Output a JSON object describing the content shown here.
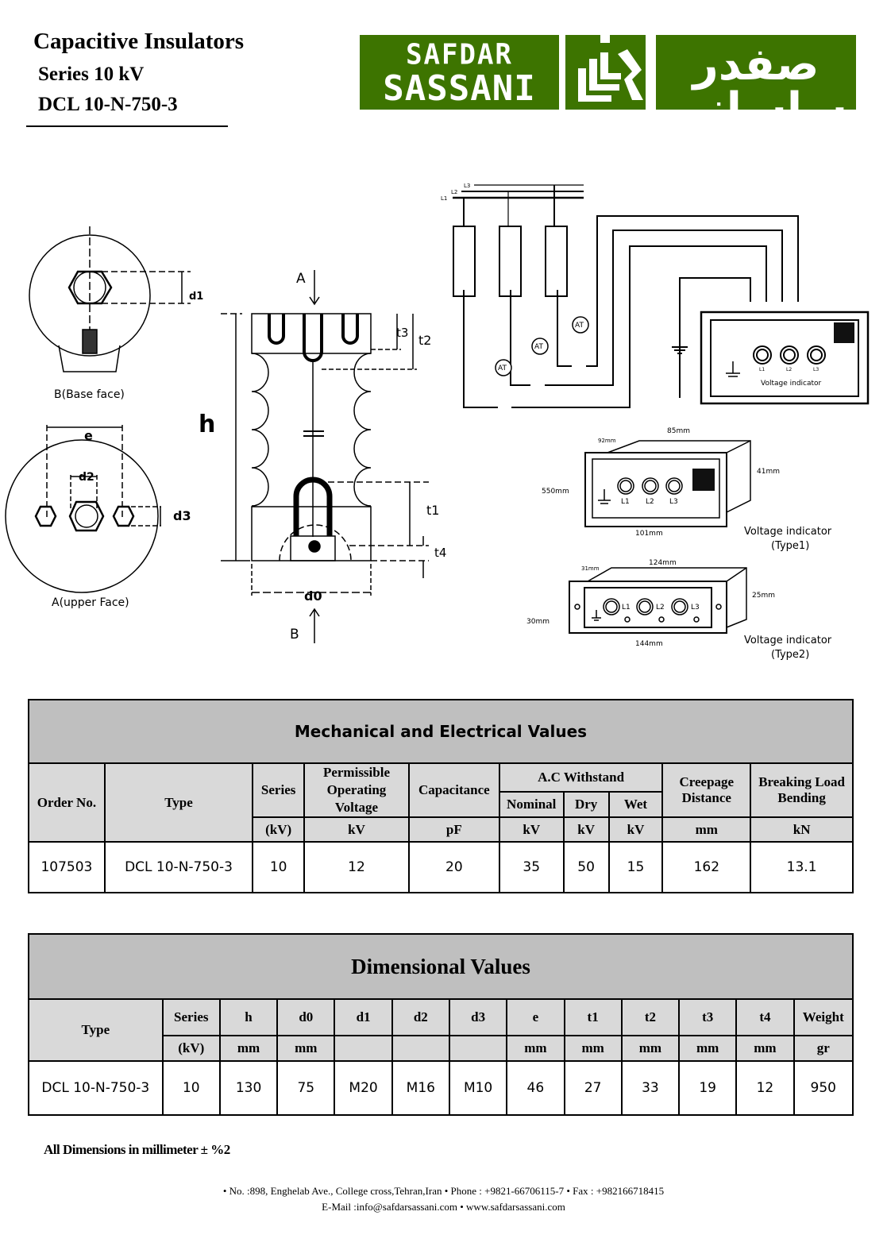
{
  "header": {
    "title": "Capacitive Insulators",
    "series": "Series 10 kV",
    "model": "DCL 10-N-750-3"
  },
  "logo": {
    "line1": "SAFDAR",
    "line2": "SASSANI",
    "persian": "صفدر ساسانی",
    "brand_color": "#3d7400"
  },
  "drawing": {
    "base_face_label": "B(Base face)",
    "upper_face_label": "A(upper Face)",
    "d1": "d1",
    "d2": "d2",
    "d3": "d3",
    "e": "e",
    "h": "h",
    "d0": "d0",
    "t1": "t1",
    "t2": "t2",
    "t3": "t3",
    "t4": "t4",
    "arrow_a": "A",
    "arrow_b": "B"
  },
  "wiring": {
    "lines": [
      "L1",
      "L2",
      "L3"
    ],
    "meter": "AT",
    "indicator_label": "Voltage indicator",
    "indicator_leds": [
      "L1",
      "L2",
      "L3"
    ]
  },
  "type1": {
    "caption_line1": "Voltage indicator",
    "caption_line2": "(Type1)",
    "dims": {
      "depth": "92mm",
      "top": "85mm",
      "right": "41mm",
      "left": "550mm",
      "bottom": "101mm"
    },
    "leds": [
      "L1",
      "L2",
      "L3"
    ]
  },
  "type2": {
    "caption_line1": "Voltage indicator",
    "caption_line2": "(Type2)",
    "dims": {
      "depth": "31mm",
      "top": "124mm",
      "right": "25mm",
      "left": "30mm",
      "bottom": "144mm"
    },
    "leds": [
      "L1",
      "L2",
      "L3"
    ]
  },
  "mech_table": {
    "caption": "Mechanical and Electrical Values",
    "headers": {
      "order_no": "Order No.",
      "type": "Type",
      "series": "Series",
      "permissible": "Permissible Operating Voltage",
      "capacitance": "Capacitance",
      "ac_withstand": "A.C Withstand",
      "nominal": "Nominal",
      "dry": "Dry",
      "wet": "Wet",
      "creepage": "Creepage Distance",
      "breaking": "Breaking Load Bending"
    },
    "units": {
      "series": "(kV)",
      "permissible": "kV",
      "capacitance": "pF",
      "nominal": "kV",
      "dry": "kV",
      "wet": "kV",
      "creepage": "mm",
      "breaking": "kN"
    },
    "row": {
      "order_no": "107503",
      "type": "DCL 10-N-750-3",
      "series": "10",
      "permissible": "12",
      "capacitance": "20",
      "nominal": "35",
      "dry": "50",
      "wet": "15",
      "creepage": "162",
      "breaking": "13.1"
    }
  },
  "dim_table": {
    "caption": "Dimensional Values",
    "headers": [
      "Type",
      "Series",
      "h",
      "d0",
      "d1",
      "d2",
      "d3",
      "e",
      "t1",
      "t2",
      "t3",
      "t4",
      "Weight"
    ],
    "units": [
      "(kV)",
      "mm",
      "mm",
      "",
      "",
      "",
      "mm",
      "mm",
      "mm",
      "mm",
      "mm",
      "gr"
    ],
    "row": [
      "DCL 10-N-750-3",
      "10",
      "130",
      "75",
      "M20",
      "M16",
      "M10",
      "46",
      "27",
      "33",
      "19",
      "12",
      "950"
    ]
  },
  "note": "All Dimensions in millimeter ± %2",
  "footer": {
    "line1": "•  No. :898, Enghelab Ave., College cross,Tehran,Iran    •  Phone : +9821-66706115-7  •  Fax : +982166718415",
    "line2": "E-Mail :info@safdarsassani.com    •    www.safdarsassani.com"
  }
}
